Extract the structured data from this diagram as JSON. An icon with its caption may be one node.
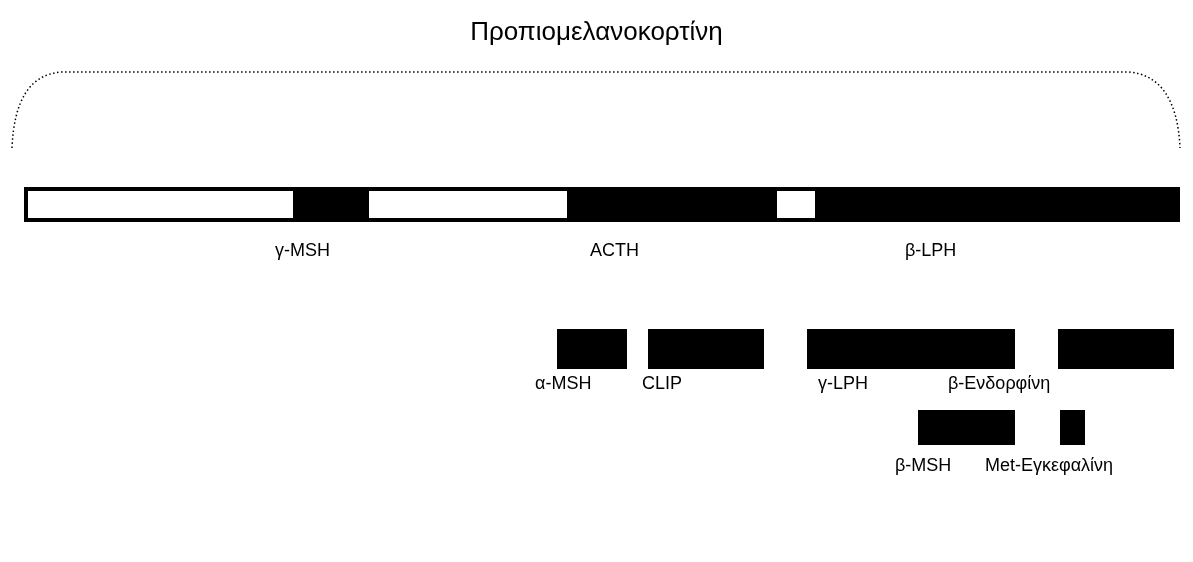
{
  "diagram": {
    "title": "Προπιομελανοκορτίνη",
    "nodes": [
      {
        "text": [],
        "shape": "bar"
      },
      {
        "text": [],
        "shape": "bar",
        "in": 0
      },
      {
        "text": [],
        "shape": "bar",
        "in": 0,
        "beside": [
          "γ-MSH"
        ]
      },
      {
        "text": [],
        "shape": "bar",
        "in": 0
      },
      {
        "text": [],
        "shape": "bar",
        "in": 0,
        "beside": [
          "ACTH"
        ]
      },
      {
        "text": [],
        "shape": "bar",
        "in": 0
      },
      {
        "text": [],
        "shape": "bar",
        "in": 0,
        "beside": [
          "β-LPH"
        ]
      },
      {
        "text": [],
        "shape": "bar",
        "beside": [
          "α-MSH"
        ]
      },
      {
        "text": [],
        "shape": "bar",
        "beside": [
          "CLIP"
        ]
      },
      {
        "text": [],
        "shape": "bar",
        "beside": [
          "γ-LPH"
        ]
      },
      {
        "text": [],
        "shape": "bar",
        "beside": [
          "β-Ενδορφίνη"
        ]
      },
      {
        "text": [],
        "shape": "bar",
        "beside": [
          "β-MSH"
        ]
      },
      {
        "text": [],
        "shape": "bar",
        "beside": [
          "Met-Εγκεφαλίνη"
        ]
      }
    ]
  }
}
